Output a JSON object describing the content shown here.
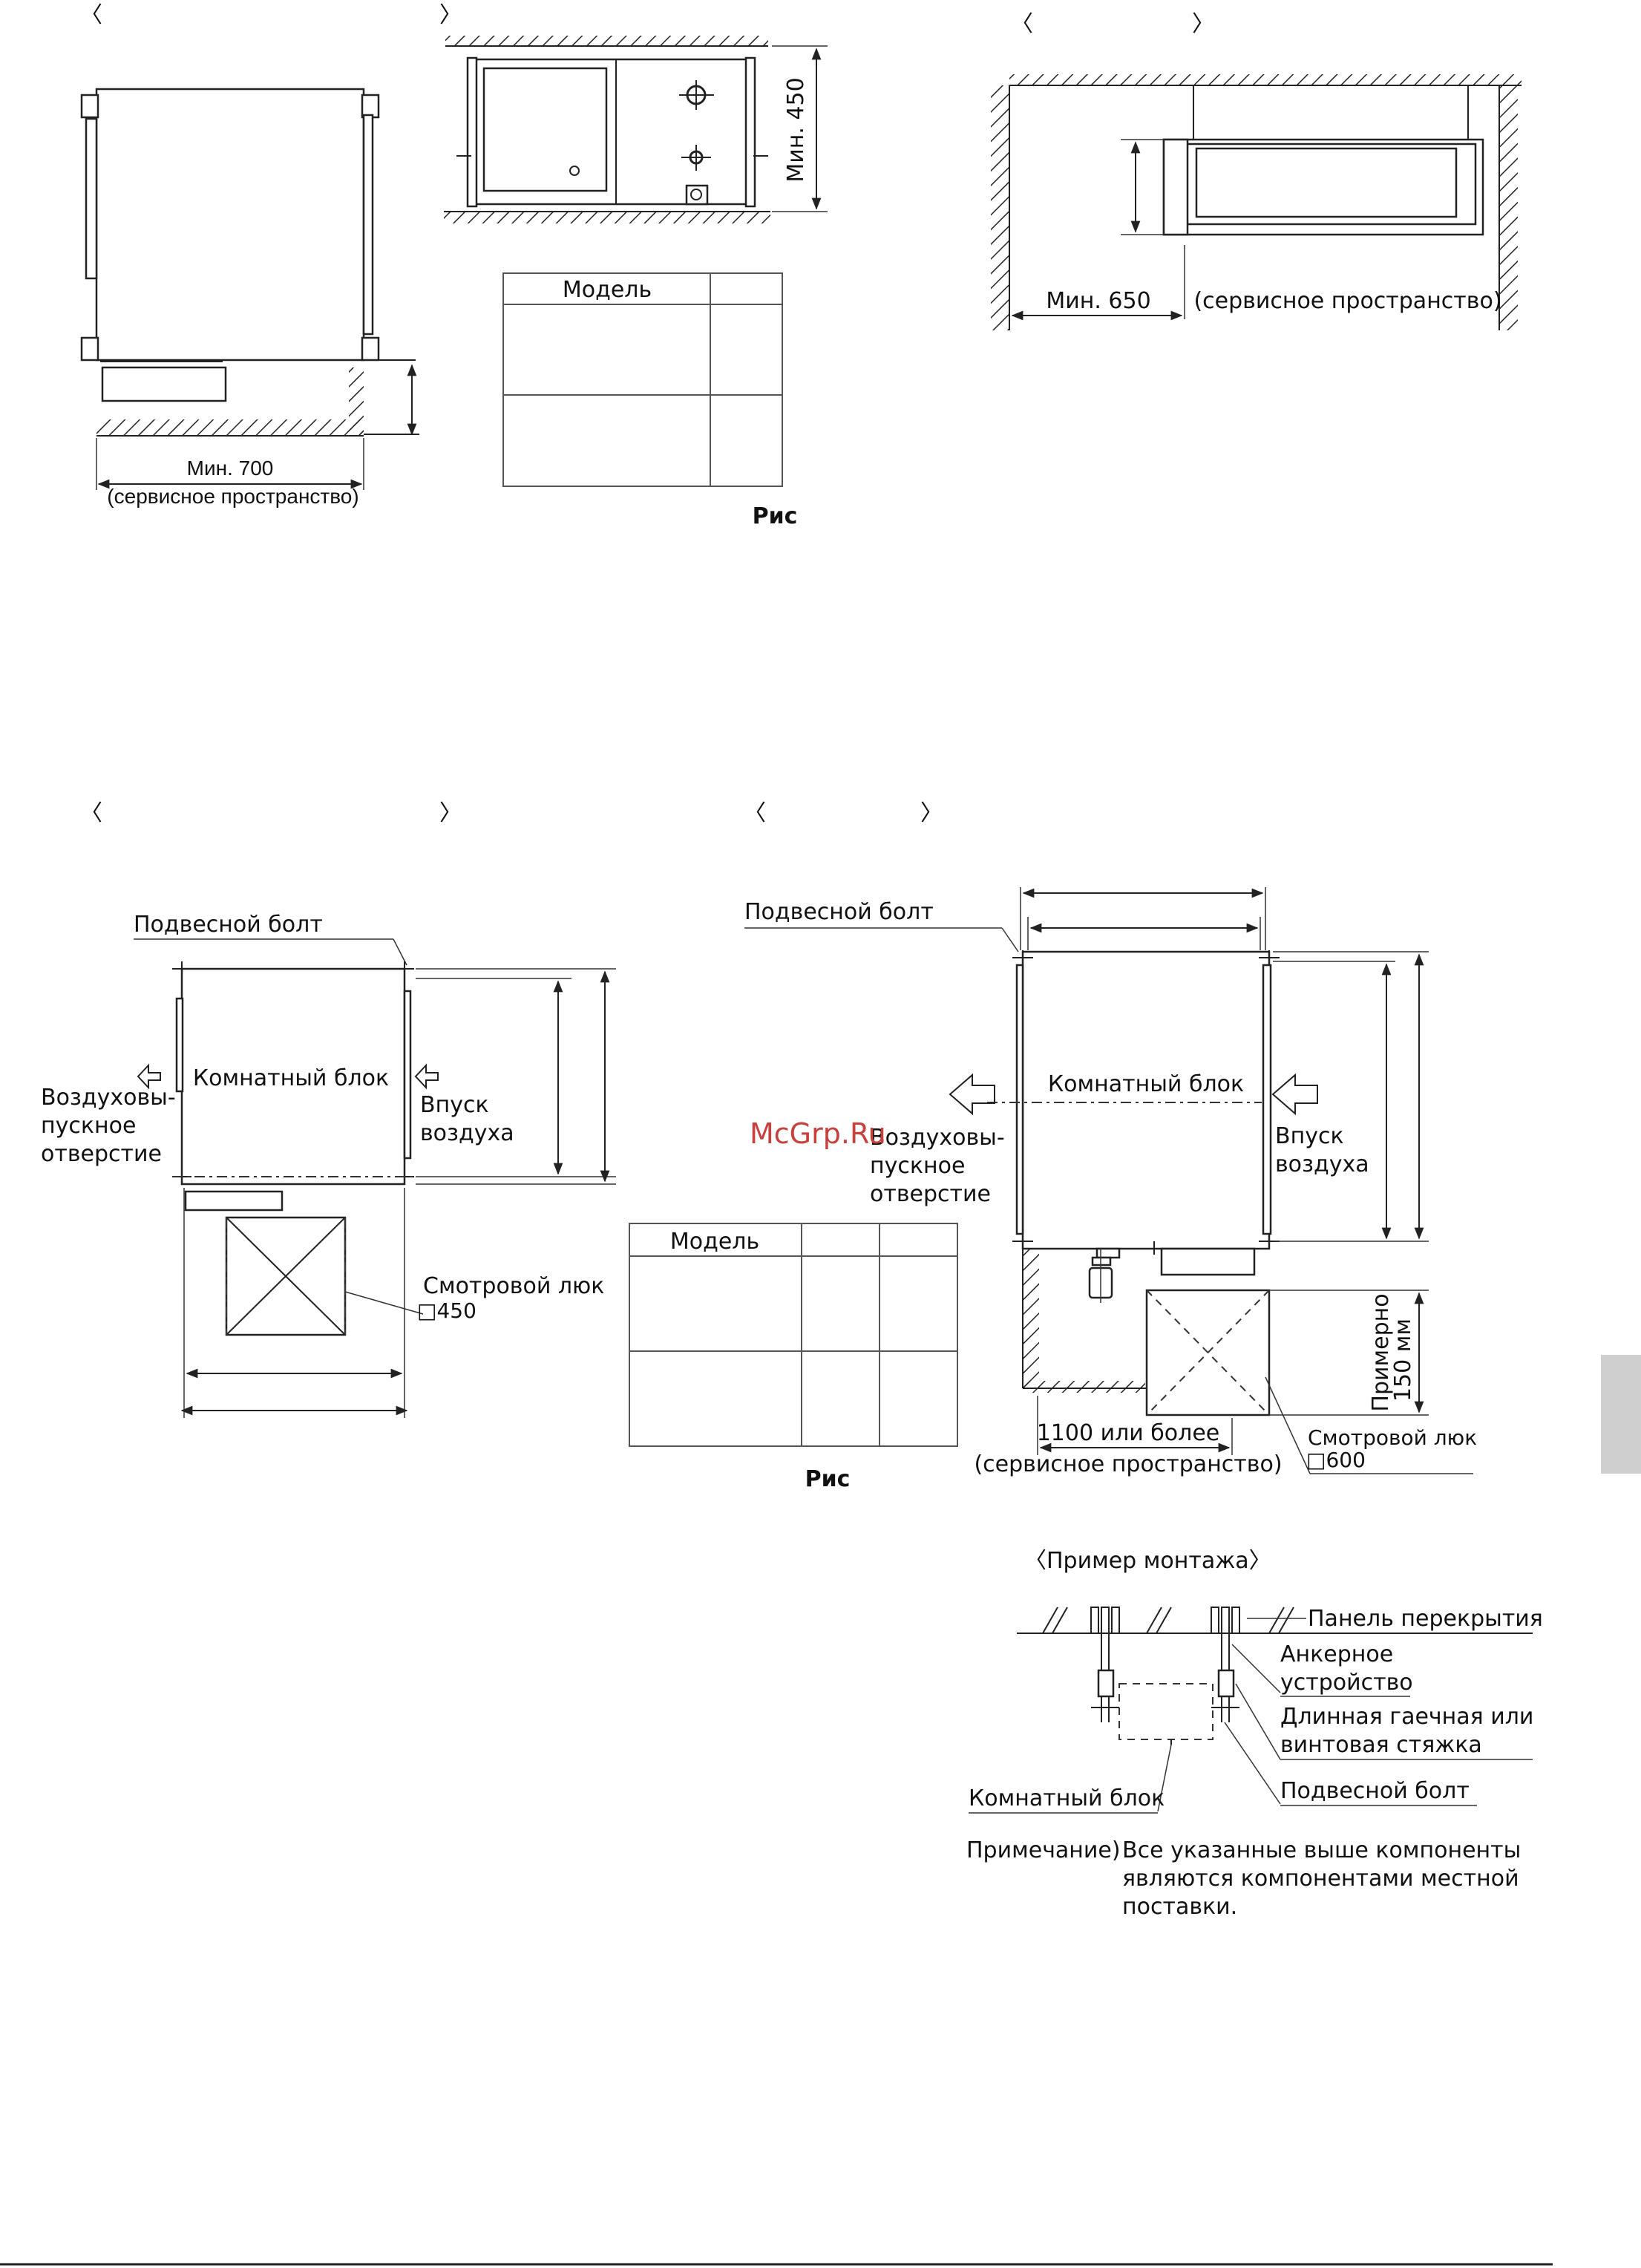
{
  "brackets": {
    "open": "〈",
    "close": "〉",
    "example_title": "〈Пример монтажа〉"
  },
  "fig_top": {
    "min700": "Мин. 700",
    "service": "(сервисное пространство)",
    "min450": "Мин. 450",
    "min650": "Мин. 650",
    "service_right": "(сервисное пространство)"
  },
  "table1": {
    "header": "Модель",
    "caption": "Рис"
  },
  "fig_left": {
    "bolt": "Подвесной болт",
    "room_unit": "Комнатный блок",
    "outlet_1": "Воздуховы-",
    "outlet_2": "пускное",
    "outlet_3": "отверстие",
    "inlet_1": "Впуск",
    "inlet_2": "воздуха",
    "hatch_1": "Смотровой люк",
    "hatch_2": "□450"
  },
  "table2": {
    "header": "Модель",
    "caption": "Рис"
  },
  "fig_right": {
    "bolt": "Подвесной болт",
    "room_unit": "Комнатный блок",
    "outlet_1": "Воздуховы-",
    "outlet_2": "пускное",
    "outlet_3": "отверстие",
    "inlet_1": "Впуск",
    "inlet_2": "воздуха",
    "approx_1": "Примерно",
    "approx_2": "150 мм",
    "service_1": "1100 или более",
    "service_2": "(сервисное пространство)",
    "hatch_1": "Смотровой люк",
    "hatch_2": "□600"
  },
  "watermark": "McGrp.Ru",
  "example": {
    "panel": "Панель перекрытия",
    "anchor_1": "Анкерное",
    "anchor_2": "устройство",
    "nut_1": "Длинная гаечная или",
    "nut_2": "винтовая стяжка",
    "room_unit": "Комнатный блок",
    "bolt": "Подвесной болт",
    "note_label": "Примечание)",
    "note_1": "Все указанные выше компоненты",
    "note_2": "являются компонентами местной",
    "note_3": "поставки."
  }
}
